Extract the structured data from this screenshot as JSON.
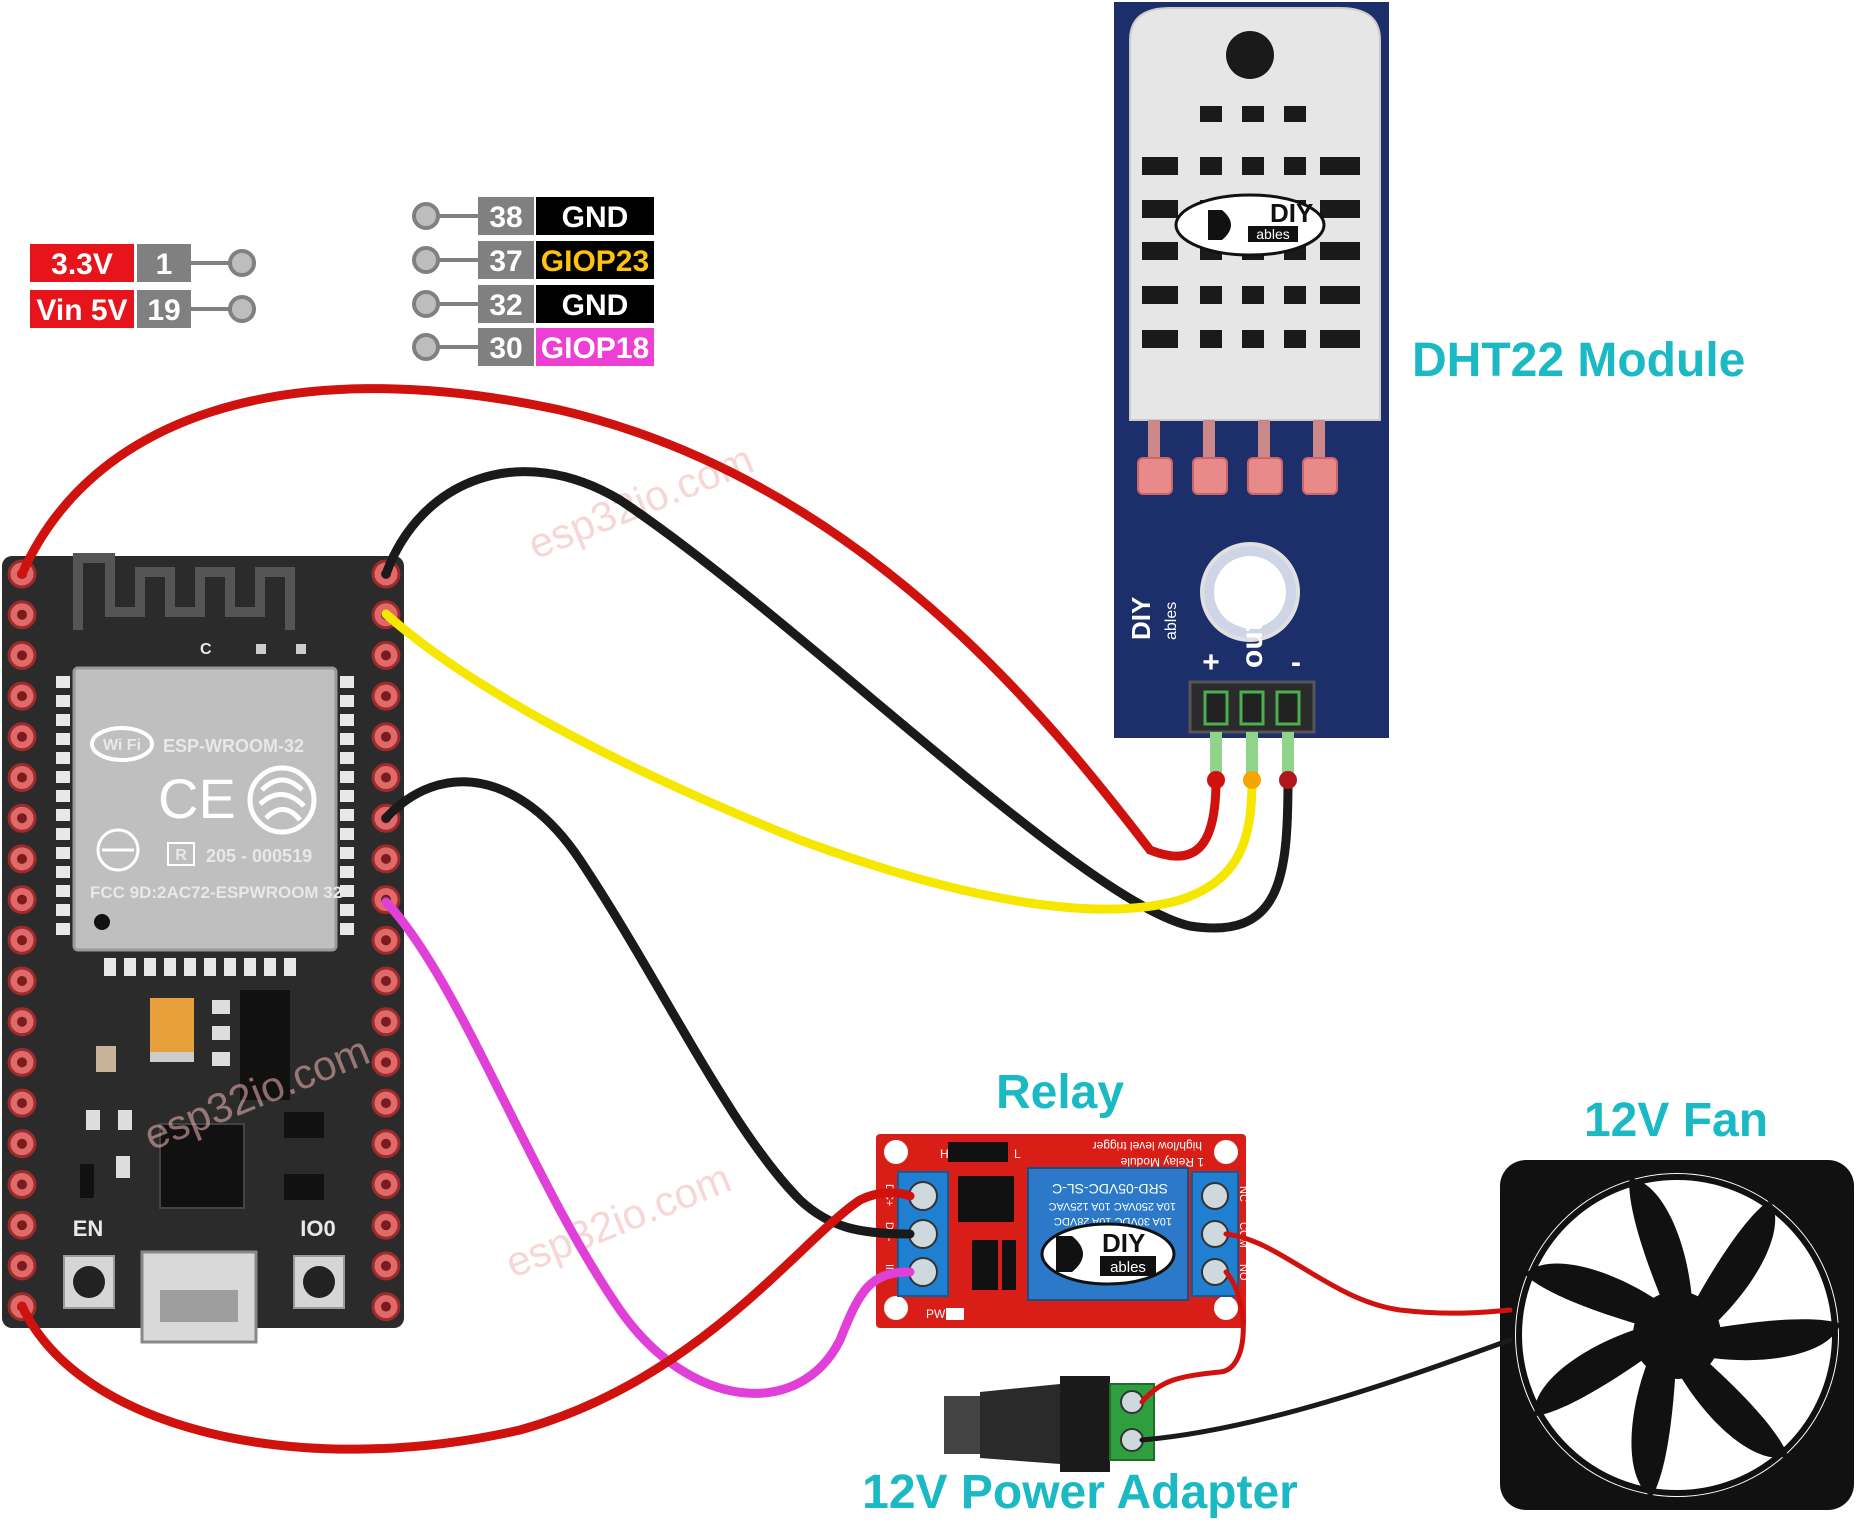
{
  "labels": {
    "dht22": "DHT22 Module",
    "relay": "Relay",
    "fan": "12V Fan",
    "adapter": "12V Power Adapter"
  },
  "power_pins": [
    {
      "name": "3.3V",
      "number": "1",
      "color": "#e8141c"
    },
    {
      "name": "Vin 5V",
      "number": "19",
      "color": "#e8141c"
    }
  ],
  "gpio_pins": [
    {
      "number": "38",
      "name": "GND",
      "bg": "#000000",
      "fg": "#ffffff"
    },
    {
      "number": "37",
      "name": "GIOP23",
      "bg": "#000000",
      "fg": "#ffc20e"
    },
    {
      "number": "32",
      "name": "GND",
      "bg": "#000000",
      "fg": "#ffffff"
    },
    {
      "number": "30",
      "name": "GIOP18",
      "bg": "#ee3fd5",
      "fg": "#ffffff"
    }
  ],
  "esp32": {
    "module": "ESP-WROOM-32",
    "wifi": "Wi Fi",
    "ce": "CE",
    "cert": "205 - 000519",
    "r_mark": "R",
    "fcc": "FCC 9D:2AC72-ESPWROOM 32",
    "c_mark": "C",
    "en": "EN",
    "io0": "IO0"
  },
  "dht_board": {
    "logo_diy": "DIY",
    "logo_ables": "ables",
    "plus": "+",
    "out": "out",
    "minus": "-"
  },
  "relay_board": {
    "logo_diy": "DIY",
    "logo_ables": "ables",
    "spec1": "SRD-05VDC-SL-C",
    "spec2": "10A 250VAC 10A 125VAC",
    "spec3": "10A 30VDC 10A 28VDC",
    "title": "1 Relay Module",
    "trigger": "high/low level trigger",
    "dc_plus": "DC+",
    "dc_minus": "DC-",
    "in": "IN",
    "nc": "NC",
    "com": "COM",
    "no": "NO",
    "pwr": "PWR",
    "l": "L",
    "h": "H"
  },
  "watermark": "esp32io.com",
  "colors": {
    "wire_red": "#d0120f",
    "wire_black": "#1a1a1a",
    "wire_yellow": "#f6e700",
    "wire_pink": "#e040d8",
    "label_teal": "#1ab9c4",
    "pin_gray": "#808080"
  }
}
